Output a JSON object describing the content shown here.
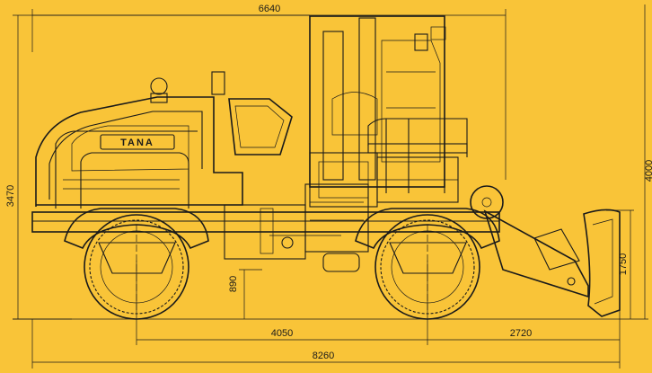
{
  "diagram": {
    "background_color": "#F9C438",
    "line_color": "#1a1a1a",
    "brand_text": "TANA",
    "dimensions": {
      "overall_width_top": "6640",
      "overall_height": "3470",
      "height_right": "4000",
      "ground_clearance": "890",
      "blade_height": "1750",
      "wheelbase": "4050",
      "front_overhang": "2720",
      "overall_length": "8260"
    }
  }
}
